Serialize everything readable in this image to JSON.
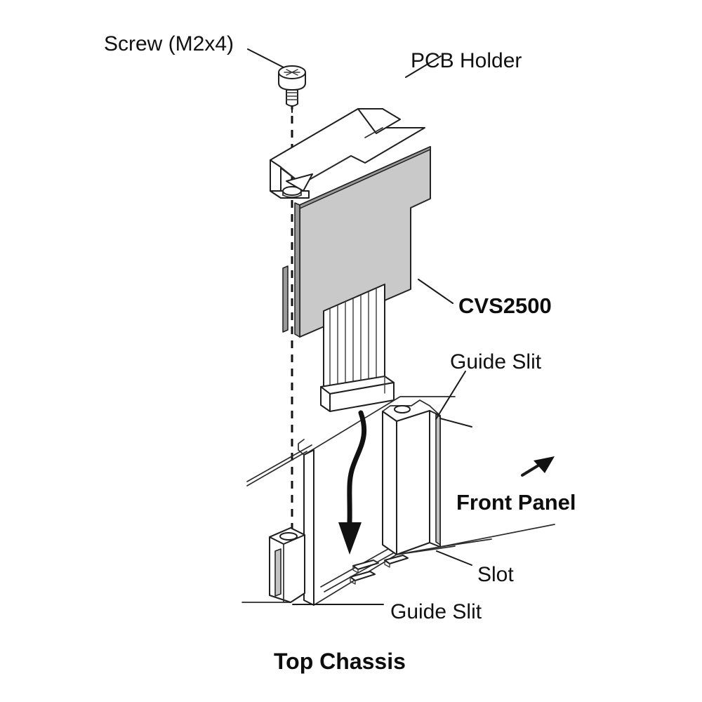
{
  "diagram": {
    "caption": "Top Chassis",
    "labels": {
      "screw": "Screw (M2x4)",
      "pcb_holder": "PCB Holder",
      "board": "CVS2500",
      "guide_slit_top": "Guide Slit",
      "front_panel": "Front Panel",
      "slot": "Slot",
      "guide_slit_bottom": "Guide Slit"
    },
    "icons": {
      "screw": "screw-icon",
      "insertion_arrow": "insertion-arrow-icon",
      "direction_arrow": "direction-arrow-icon",
      "alignment_line": "alignment-dashed-line"
    },
    "colors": {
      "board_fill": "#c9c9c9",
      "line": "#1a1a1a",
      "background": "#ffffff",
      "metal_fill": "#c4c4c4"
    }
  }
}
